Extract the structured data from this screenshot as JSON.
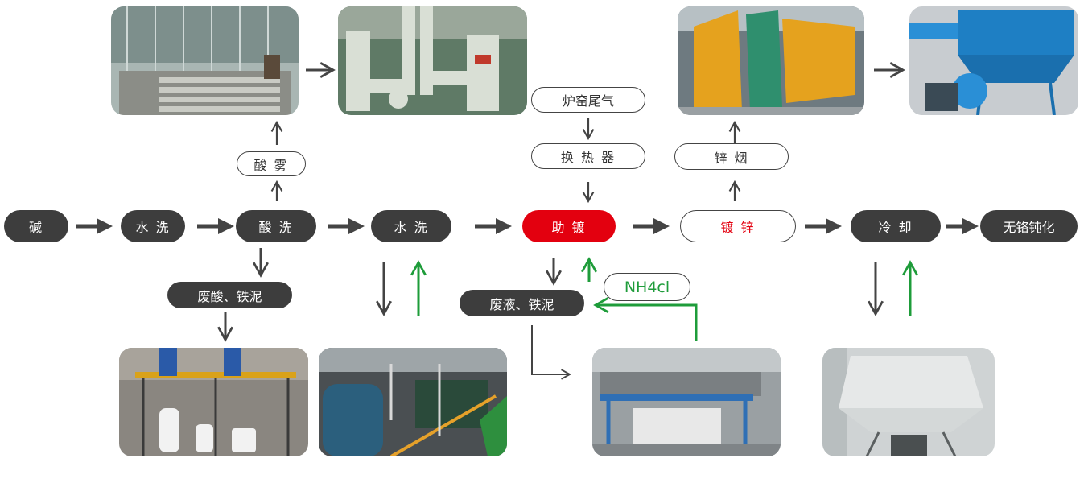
{
  "main_row": {
    "alkali": "碱",
    "water_wash_1": "水 洗",
    "acid_wash": "酸 洗",
    "water_wash_2": "水 洗",
    "flux": "助 镀",
    "galvanize": "镀 锌",
    "cooling": "冷 却",
    "passivation": "无铬钝化"
  },
  "branches": {
    "acid_mist": "酸 雾",
    "waste_acid": "废酸、铁泥",
    "kiln_exhaust": "炉窑尾气",
    "heat_exchanger": "换 热 器",
    "waste_liquid": "废液、铁泥",
    "nh4cl": "NH4cl",
    "zinc_fume": "锌 烟"
  },
  "colors": {
    "dark_pill": "#3d3d3d",
    "highlight_red": "#e3000f",
    "return_green": "#1e9c3a",
    "arrow_gray": "#444444"
  }
}
